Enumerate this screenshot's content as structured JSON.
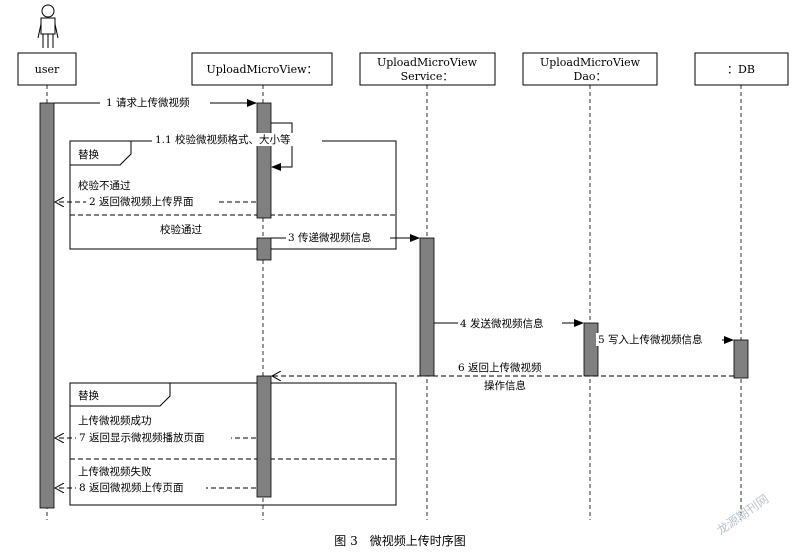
{
  "lifelines": [
    {
      "id": "user",
      "label_lines": [
        "user"
      ]
    },
    {
      "id": "view",
      "label_lines": [
        "UploadMicroView："
      ]
    },
    {
      "id": "service",
      "label_lines": [
        "UploadMicroView",
        "Service："
      ]
    },
    {
      "id": "dao",
      "label_lines": [
        "UploadMicroView",
        "Dao："
      ]
    },
    {
      "id": "db",
      "label_lines": [
        "：DB"
      ]
    }
  ],
  "messages": [
    {
      "id": "m1",
      "label": "1 请求上传微视频"
    },
    {
      "id": "m1_1",
      "label": "1.1 校验微视频格式、大小等"
    },
    {
      "id": "m2",
      "label": "2 返回微视频上传界面"
    },
    {
      "id": "m3",
      "label": "3 传递微视频信息"
    },
    {
      "id": "m4",
      "label": "4 发送微视频信息"
    },
    {
      "id": "m5",
      "label": "5 写入上传微视频信息"
    },
    {
      "id": "m6",
      "label_lines": [
        "6 返回上传微视频",
        "操作信息"
      ]
    },
    {
      "id": "m7",
      "label": "7 返回显示微视频播放页面"
    },
    {
      "id": "m8",
      "label": "8 返回微视频上传页面"
    }
  ],
  "fragments": [
    {
      "id": "alt1",
      "operator": "替换",
      "guards": [
        "校验不通过",
        "校验通过"
      ]
    },
    {
      "id": "alt2",
      "operator": "替换",
      "guards": [
        "上传微视频成功",
        "上传微视频失败"
      ]
    }
  ],
  "caption": "图 3　微视频上传时序图",
  "watermark": "龙源期刊网"
}
